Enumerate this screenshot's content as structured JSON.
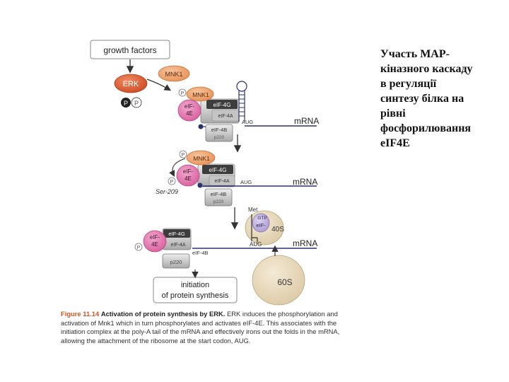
{
  "slide_title_lines": [
    "Участь MAP-",
    "кіназного каскаду",
    "в регуляції",
    "синтезу  білка на",
    "рівні",
    "фосфорилювання",
    "eIF4E"
  ],
  "diagram": {
    "growth_factors": "growth factors",
    "erk": "ERK",
    "mnk1": "MNK1",
    "p": "P",
    "eif4e_line1": "eIF-",
    "eif4e_line2": "4E",
    "eif4g": "eIF-4G",
    "eif4a": "eIF-4A",
    "eif4b": "eIF-4B",
    "p220": "p220",
    "aug": "AUG",
    "mrna": "mRNA",
    "ser209": "Ser-209",
    "met": "Met",
    "gtp": "GTP",
    "eif2": "eIF-",
    "ribosome_40s": "40S",
    "ribosome_60s": "60S",
    "initiation_line1": "initiation",
    "initiation_line2": "of protein synthesis"
  },
  "caption": {
    "label": "Figure 11.14",
    "title": "Activation of protein synthesis by ERK.",
    "body": "ERK induces the phosphorylation and activation of Mnk1 which in turn phosphorylates and activates eIF-4E. This associates with the initiation complex at the poly-A tail of the mRNA and effectively irons out the folds in the mRNA, allowing the attachment of the ribosome at the start codon, AUG."
  },
  "colors": {
    "erk": "#d9552a",
    "mnk1": "#f0a46e",
    "eif4e": "#e06fa8",
    "eif4g": "#c9c9c9",
    "eif4a": "#bdbdbd",
    "p220": "#b8b8b8",
    "ribosome": "#e5d6b6",
    "mrna_line": "#2a3270",
    "caption_label": "#d45424"
  }
}
